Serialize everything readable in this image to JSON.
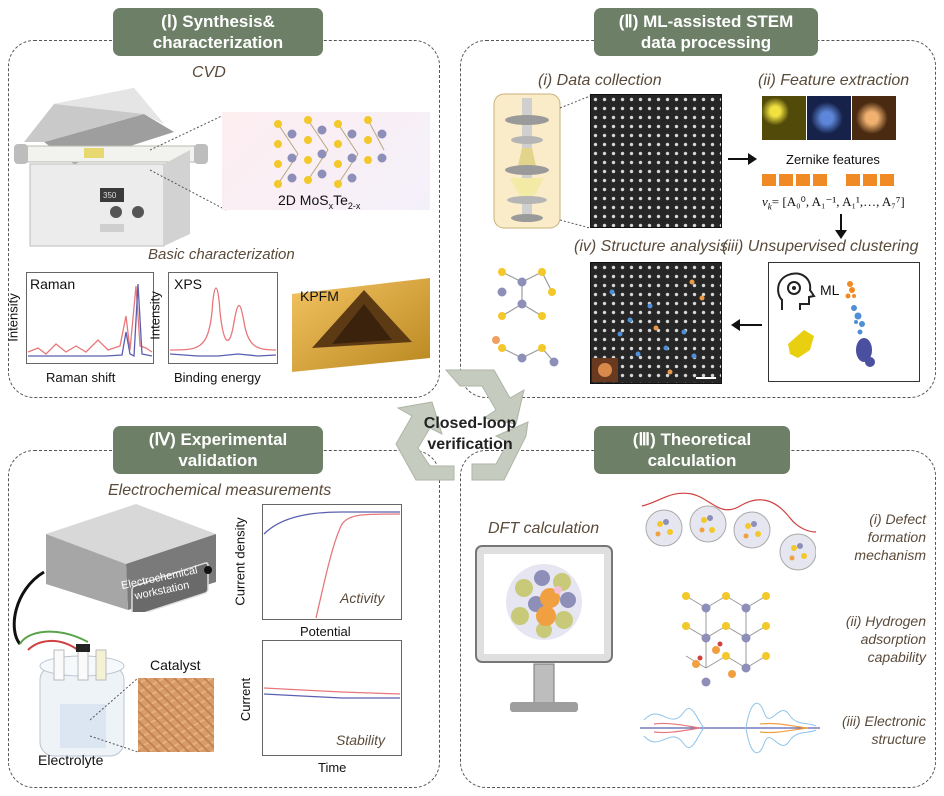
{
  "colors": {
    "tag_bg": "#6e7f67",
    "subtitle": "#5a4a3a",
    "recycle": "#c5cbbf",
    "red_curve": "#e8777b",
    "blue_curve": "#5a5fb0"
  },
  "center": {
    "line1": "Closed-loop",
    "line2": "verification",
    "icon": "recycle-icon"
  },
  "synthesis": {
    "tag_line1": "(Ⅰ) Synthesis&",
    "tag_line2": "characterization",
    "cvd_label": "CVD",
    "furnace_display": "350",
    "material_label": "2D MoS",
    "material_sub1": "x",
    "material_mid": "Te",
    "material_sub2": "2-x",
    "basic_char": "Basic characterization",
    "raman": {
      "title": "Raman",
      "xlabel": "Raman shift",
      "ylabel": "Intensity"
    },
    "xps": {
      "title": "XPS",
      "xlabel": "Binding energy",
      "ylabel": "Intensity"
    },
    "kpfm": {
      "title": "KPFM"
    }
  },
  "stem": {
    "tag_line1": "(Ⅱ) ML-assisted STEM",
    "tag_line2": "data processing",
    "step1": "(i) Data collection",
    "step2": "(ii) Feature extraction",
    "step3": "(iii) Unsupervised clustering",
    "step4": "(iv) Structure analysis",
    "zernike": "Zernike features",
    "formula": "ν",
    "formula_sub": "k",
    "formula_rest": "= [A₀⁰, A₁⁻¹, A₁¹,…, A₇⁷]",
    "ml": "ML"
  },
  "experimental": {
    "tag_line1": "(Ⅳ) Experimental",
    "tag_line2": "validation",
    "subtitle": "Electrochemical measurements",
    "workstation_line1": "Electrochemical",
    "workstation_line2": "workstation",
    "catalyst": "Catalyst",
    "electrolyte": "Electrolyte",
    "activity": {
      "ylabel": "Current density",
      "xlabel": "Potential",
      "tag": "Activity"
    },
    "stability": {
      "ylabel": "Current",
      "xlabel": "Time",
      "tag": "Stability"
    }
  },
  "theory": {
    "tag_line1": "(Ⅲ) Theoretical",
    "tag_line2": "calculation",
    "dft": "DFT calculation",
    "item1_line1": "(i) Defect",
    "item1_line2": "formation",
    "item1_line3": "mechanism",
    "item2_line1": "(ii) Hydrogen",
    "item2_line2": "adsorption",
    "item2_line3": "capability",
    "item3_line1": "(iii) Electronic",
    "item3_line2": "structure"
  }
}
